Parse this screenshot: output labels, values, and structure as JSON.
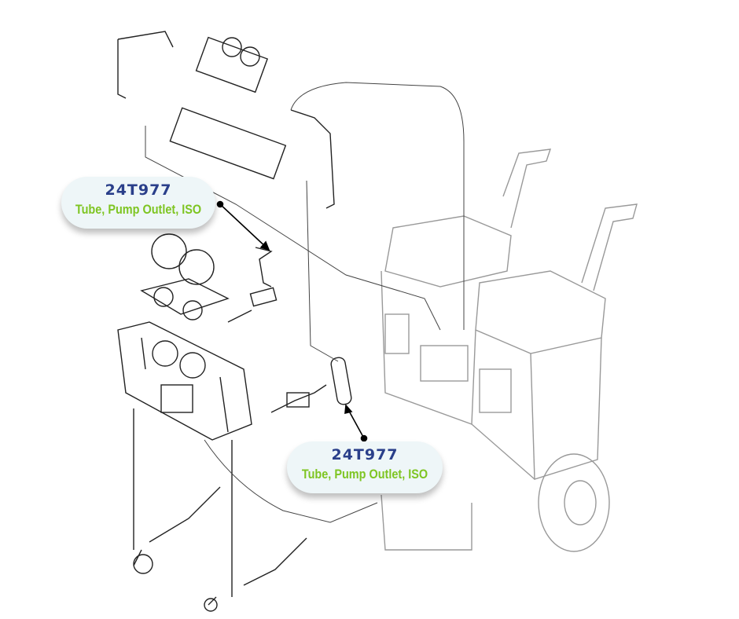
{
  "colors": {
    "part_number": "#2a3f8a",
    "description": "#7ec522",
    "callout_bg": "#eef6f8",
    "line": "#222222"
  },
  "callouts": [
    {
      "part_number": "24T977",
      "description": "Tube, Pump Outlet, ISO"
    },
    {
      "part_number": "24T977",
      "description": "Tube, Pump Outlet, ISO"
    }
  ]
}
